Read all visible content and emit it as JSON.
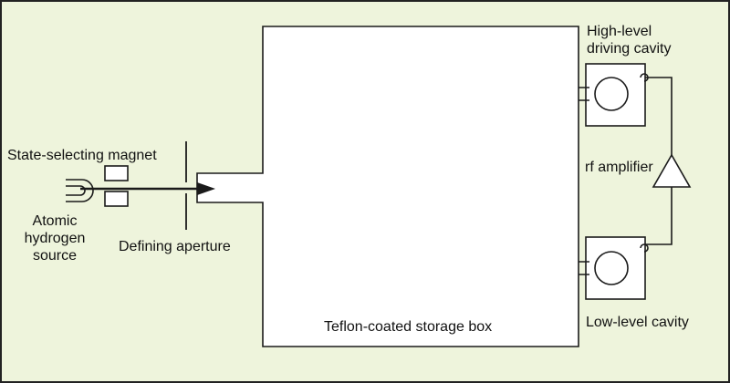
{
  "colors": {
    "background": "#eef4dc",
    "frame_border": "#222222",
    "box_fill": "#ffffff",
    "line": "#1a1a1a"
  },
  "labels": {
    "state_selecting_magnet": "State-selecting magnet",
    "atomic_source_line1": "Atomic",
    "atomic_source_line2": "hydrogen",
    "atomic_source_line3": "source",
    "defining_aperture": "Defining aperture",
    "storage_box": "Teflon-coated storage box",
    "high_level_line1": "High-level",
    "high_level_line2": "driving cavity",
    "rf_amplifier": "rf amplifier",
    "low_level_cavity": "Low-level cavity"
  }
}
